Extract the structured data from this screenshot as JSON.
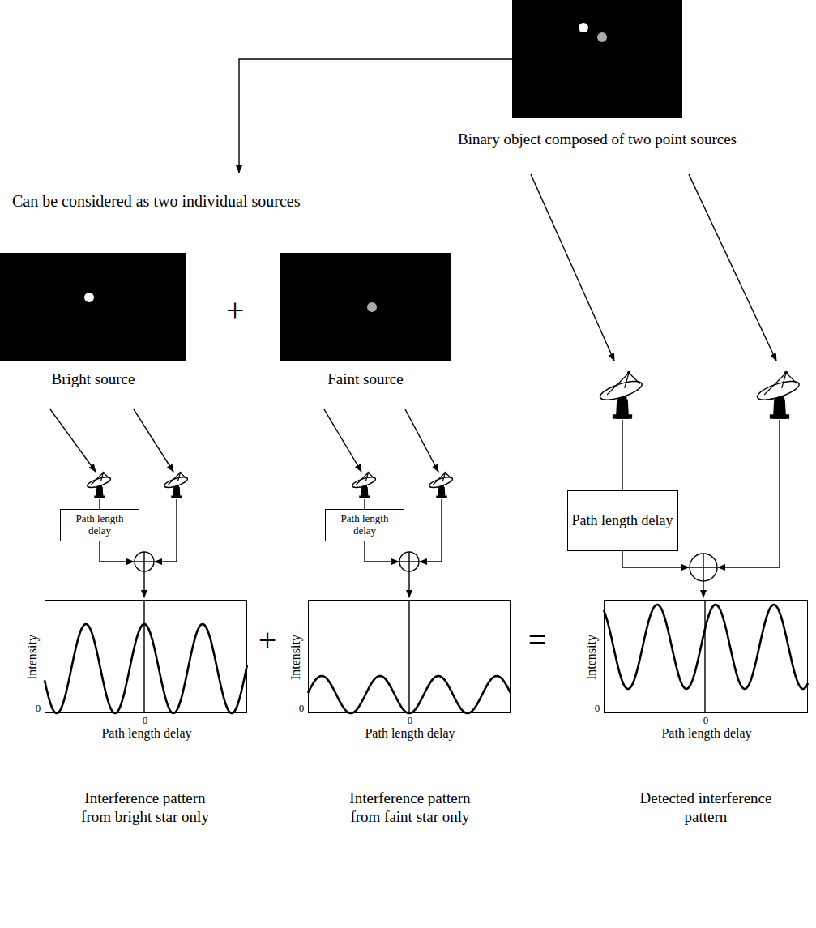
{
  "diagram": {
    "nodes": [
      {
        "text": [
          "Binary object composed of two point sources"
        ]
      },
      {
        "text": [
          "Bright source"
        ]
      },
      {
        "text": [
          "Faint source"
        ]
      },
      {
        "text": [
          "Path length delay"
        ]
      },
      {
        "text": [
          "Path length delay"
        ]
      },
      {
        "text": [
          "Path length delay"
        ]
      },
      {
        "text": [
          "Intensity",
          "0",
          "0",
          "Path length delay",
          "Interference pattern from bright star only"
        ]
      },
      {
        "text": [
          "Intensity",
          "0",
          "0",
          "Path length delay",
          "Interference pattern from faint star only"
        ]
      },
      {
        "text": [
          "Intensity",
          "0",
          "0",
          "Path length delay",
          "Detected interference pattern"
        ]
      }
    ],
    "labels": [
      "Can be considered as two individual sources",
      "+",
      "+",
      "="
    ]
  }
}
